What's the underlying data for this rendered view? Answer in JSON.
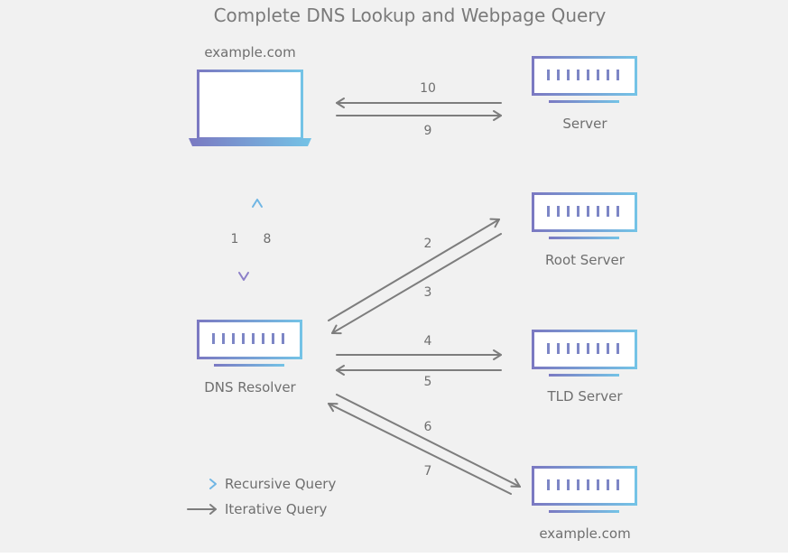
{
  "title": "Complete DNS Lookup and Webpage Query",
  "nodes": {
    "client_label": "example.com",
    "server_label": "Server",
    "root_label": "Root Server",
    "resolver_label": "DNS Resolver",
    "tld_label": "TLD Server",
    "auth_label": "example.com"
  },
  "steps": [
    "1",
    "2",
    "3",
    "4",
    "5",
    "6",
    "7",
    "8",
    "9",
    "10"
  ],
  "legend": {
    "recursive": "Recursive Query",
    "iterative": "Iterative Query"
  },
  "colors": {
    "background": "#f1f1f1",
    "iterative_arrow": "#7d7d7d",
    "recursive_arrow": "#7da2d8",
    "device_gradient_start": "#7b79c2",
    "device_gradient_end": "#74c3e6"
  }
}
